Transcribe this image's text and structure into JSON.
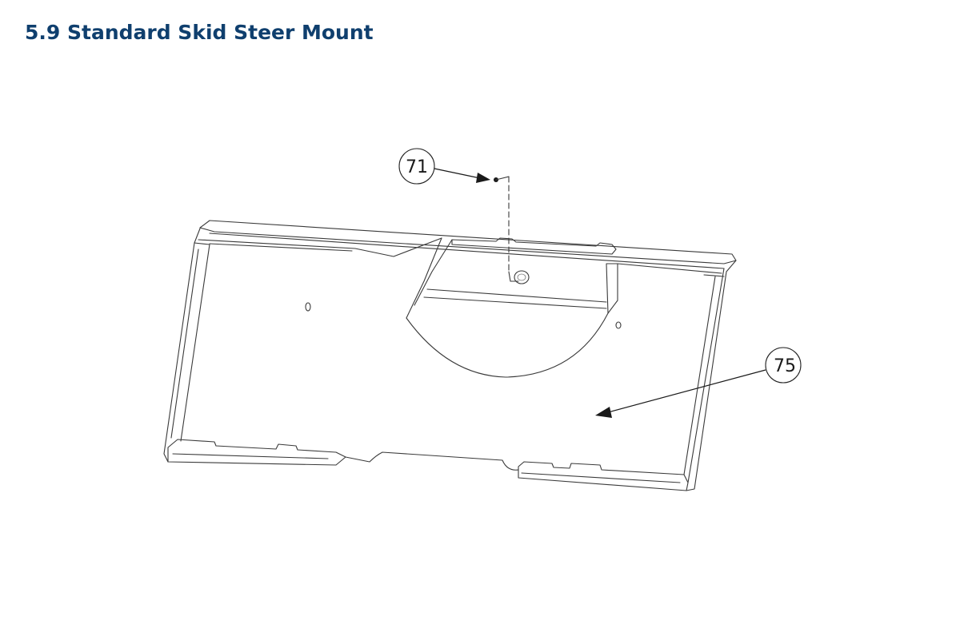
{
  "page": {
    "title": "5.9 Standard Skid Steer Mount"
  },
  "drawing": {
    "subject": "skid-steer-mount-plate",
    "callouts": [
      {
        "label": "71",
        "points_to": "bolt"
      },
      {
        "label": "75",
        "points_to": "mount-plate"
      }
    ]
  },
  "colors": {
    "title": "#0f3f6e",
    "line": "#3a3a3a"
  }
}
